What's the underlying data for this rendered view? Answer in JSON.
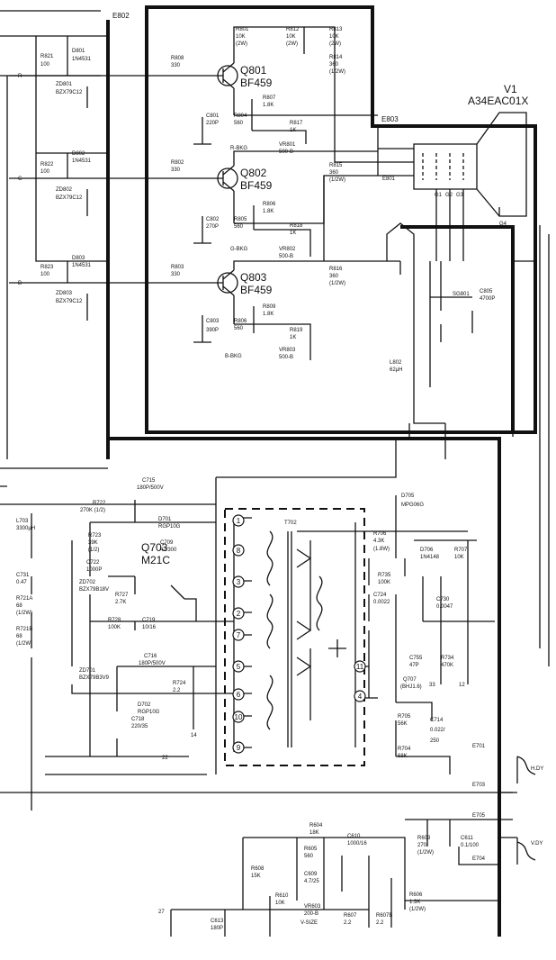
{
  "board_labels": {
    "e802": "E802",
    "e803": "E803",
    "e801": "E801",
    "e701": "E701",
    "e703": "E703",
    "e705": "E705",
    "e704": "E704"
  },
  "tube": {
    "ref": "V1",
    "type": "A34EAC01X",
    "pins": {
      "g1": "G1",
      "g2": "G2",
      "g3": "G3",
      "g4": "G4"
    }
  },
  "transistors": {
    "q801": {
      "ref": "Q801",
      "type": "BF459"
    },
    "q802": {
      "ref": "Q802",
      "type": "BF459"
    },
    "q803": {
      "ref": "Q803",
      "type": "BF459"
    },
    "q703": {
      "ref": "Q703",
      "type": "M21C"
    }
  },
  "inputs": {
    "r": "R",
    "g": "G",
    "b": "B",
    "n27": "27"
  },
  "components": [
    {
      "key": "r821",
      "text": "R821"
    },
    {
      "key": "r821v",
      "text": "100"
    },
    {
      "key": "d801",
      "text": "D801"
    },
    {
      "key": "d801v",
      "text": "1N4531"
    },
    {
      "key": "zd801",
      "text": "ZD801"
    },
    {
      "key": "zd801v",
      "text": "BZX79C12"
    },
    {
      "key": "r822",
      "text": "R822"
    },
    {
      "key": "r822v",
      "text": "100"
    },
    {
      "key": "d802",
      "text": "D802"
    },
    {
      "key": "d802v",
      "text": "1N4531"
    },
    {
      "key": "zd802",
      "text": "ZD802"
    },
    {
      "key": "zd802v",
      "text": "BZX79C12"
    },
    {
      "key": "r823",
      "text": "R823"
    },
    {
      "key": "r823v",
      "text": "100"
    },
    {
      "key": "d803",
      "text": "D803"
    },
    {
      "key": "d803v",
      "text": "1N4531"
    },
    {
      "key": "zd803",
      "text": "ZD803"
    },
    {
      "key": "zd803v",
      "text": "BZX79C12"
    },
    {
      "key": "r801",
      "text": "R801"
    },
    {
      "key": "r801v",
      "text": "10K"
    },
    {
      "key": "r801p",
      "text": "(2W)"
    },
    {
      "key": "r812",
      "text": "R812"
    },
    {
      "key": "r812v",
      "text": "10K"
    },
    {
      "key": "r812p",
      "text": "(2W)"
    },
    {
      "key": "r813",
      "text": "R813"
    },
    {
      "key": "r813v",
      "text": "10K"
    },
    {
      "key": "r813p",
      "text": "(2W)"
    },
    {
      "key": "r808",
      "text": "R808"
    },
    {
      "key": "r808v",
      "text": "330"
    },
    {
      "key": "r814",
      "text": "R814"
    },
    {
      "key": "r814v",
      "text": "360"
    },
    {
      "key": "r814p",
      "text": "(1/2W)"
    },
    {
      "key": "r807",
      "text": "R807"
    },
    {
      "key": "r807v",
      "text": "1.8K"
    },
    {
      "key": "c801",
      "text": "C801"
    },
    {
      "key": "c801v",
      "text": "220P"
    },
    {
      "key": "r804",
      "text": "R804"
    },
    {
      "key": "r804v",
      "text": "560"
    },
    {
      "key": "r817",
      "text": "R817"
    },
    {
      "key": "r817v",
      "text": "1K"
    },
    {
      "key": "rbkg",
      "text": "R-BKG"
    },
    {
      "key": "vr801",
      "text": "VR801"
    },
    {
      "key": "vr801v",
      "text": "500-B"
    },
    {
      "key": "r802",
      "text": "R802"
    },
    {
      "key": "r802v",
      "text": "330"
    },
    {
      "key": "r815",
      "text": "R815"
    },
    {
      "key": "r815v",
      "text": "360"
    },
    {
      "key": "r815p",
      "text": "(1/2W)"
    },
    {
      "key": "r806",
      "text": "R806"
    },
    {
      "key": "r806v",
      "text": "1.8K"
    },
    {
      "key": "c802",
      "text": "C802"
    },
    {
      "key": "c802v",
      "text": "270P"
    },
    {
      "key": "r805",
      "text": "R805"
    },
    {
      "key": "r805v",
      "text": "560"
    },
    {
      "key": "r818",
      "text": "R818"
    },
    {
      "key": "r818v",
      "text": "1K"
    },
    {
      "key": "gbkg",
      "text": "G-BKG"
    },
    {
      "key": "vr802",
      "text": "VR802"
    },
    {
      "key": "vr802v",
      "text": "500-B"
    },
    {
      "key": "r803",
      "text": "R803"
    },
    {
      "key": "r803v",
      "text": "330"
    },
    {
      "key": "r816",
      "text": "R816"
    },
    {
      "key": "r816v",
      "text": "360"
    },
    {
      "key": "r816p",
      "text": "(1/2W)"
    },
    {
      "key": "r809",
      "text": "R809"
    },
    {
      "key": "r809v",
      "text": "1.8K"
    },
    {
      "key": "c803",
      "text": "C803"
    },
    {
      "key": "c803v",
      "text": "390P"
    },
    {
      "key": "r806b",
      "text": "R806"
    },
    {
      "key": "r806bv",
      "text": "560"
    },
    {
      "key": "r819",
      "text": "R819"
    },
    {
      "key": "r819v",
      "text": "1K"
    },
    {
      "key": "bbkg",
      "text": "B-BKG"
    },
    {
      "key": "vr803",
      "text": "VR803"
    },
    {
      "key": "vr803v",
      "text": "500-B"
    },
    {
      "key": "sg801",
      "text": "SG801"
    },
    {
      "key": "c805",
      "text": "C805"
    },
    {
      "key": "c805v",
      "text": "4700P"
    },
    {
      "key": "l802",
      "text": "L802"
    },
    {
      "key": "l802v",
      "text": "62μH"
    },
    {
      "key": "c715",
      "text": "C715"
    },
    {
      "key": "c715v",
      "text": "180P/500V"
    },
    {
      "key": "r722",
      "text": "R722"
    },
    {
      "key": "r722v",
      "text": "270K (1/2)"
    },
    {
      "key": "d701",
      "text": "D701"
    },
    {
      "key": "d701v",
      "text": "RGP10G"
    },
    {
      "key": "l703",
      "text": "L703"
    },
    {
      "key": "l703v",
      "text": "3300μH"
    },
    {
      "key": "r723",
      "text": "R723"
    },
    {
      "key": "r723v",
      "text": "39K"
    },
    {
      "key": "r723p",
      "text": "(1/2)"
    },
    {
      "key": "c709",
      "text": "C709"
    },
    {
      "key": "c709v",
      "text": "47/300"
    },
    {
      "key": "c722",
      "text": "C722"
    },
    {
      "key": "c722v",
      "text": "1000P"
    },
    {
      "key": "c731",
      "text": "C731"
    },
    {
      "key": "c731v",
      "text": "0.47"
    },
    {
      "key": "zd702",
      "text": "ZD702"
    },
    {
      "key": "zd702v",
      "text": "BZX79B18V"
    },
    {
      "key": "r727",
      "text": "R727"
    },
    {
      "key": "r727v",
      "text": "2.7K"
    },
    {
      "key": "r721a",
      "text": "R721A"
    },
    {
      "key": "r721av",
      "text": "68"
    },
    {
      "key": "r721ap",
      "text": "(1/2W)"
    },
    {
      "key": "r728",
      "text": "R728"
    },
    {
      "key": "r728v",
      "text": "100K"
    },
    {
      "key": "c719",
      "text": "C719"
    },
    {
      "key": "c719v",
      "text": "10/16"
    },
    {
      "key": "r721b",
      "text": "R721B"
    },
    {
      "key": "r721bv",
      "text": "68"
    },
    {
      "key": "r721bp",
      "text": "(1/2W)"
    },
    {
      "key": "zd701",
      "text": "ZD701"
    },
    {
      "key": "zd701v",
      "text": "BZX79B3V9"
    },
    {
      "key": "c716",
      "text": "C716"
    },
    {
      "key": "c716v",
      "text": "180P/500V"
    },
    {
      "key": "r724",
      "text": "R724"
    },
    {
      "key": "r724v",
      "text": "2.2"
    },
    {
      "key": "d702",
      "text": "D702"
    },
    {
      "key": "d702v",
      "text": "RGP10G"
    },
    {
      "key": "c718",
      "text": "C718"
    },
    {
      "key": "c718v",
      "text": "220/35"
    },
    {
      "key": "n14",
      "text": "14"
    },
    {
      "key": "n22",
      "text": "22"
    },
    {
      "key": "t702",
      "text": "T702"
    },
    {
      "key": "d705",
      "text": "D705"
    },
    {
      "key": "d705v",
      "text": "MPG06G"
    },
    {
      "key": "r706",
      "text": "R706"
    },
    {
      "key": "r706v",
      "text": "4.3K"
    },
    {
      "key": "r706p",
      "text": "(1.8W)"
    },
    {
      "key": "d706",
      "text": "D706"
    },
    {
      "key": "d706v",
      "text": "1N4148"
    },
    {
      "key": "r707",
      "text": "R707"
    },
    {
      "key": "r707v",
      "text": "10K"
    },
    {
      "key": "r735",
      "text": "R735"
    },
    {
      "key": "r735v",
      "text": "100K"
    },
    {
      "key": "c724",
      "text": "C724"
    },
    {
      "key": "c724v",
      "text": "0.0022"
    },
    {
      "key": "c730",
      "text": "C730"
    },
    {
      "key": "c730v",
      "text": "0.0047"
    },
    {
      "key": "c755",
      "text": "C755"
    },
    {
      "key": "c755v",
      "text": "47P"
    },
    {
      "key": "r734",
      "text": "R734"
    },
    {
      "key": "r734v",
      "text": "470K"
    },
    {
      "key": "q707",
      "text": "Q707"
    },
    {
      "key": "q707v",
      "text": "(BHJ1.6)"
    },
    {
      "key": "n33",
      "text": "33"
    },
    {
      "key": "n12",
      "text": "12"
    },
    {
      "key": "r705",
      "text": "R705"
    },
    {
      "key": "r705v",
      "text": "56K"
    },
    {
      "key": "c714",
      "text": "C714"
    },
    {
      "key": "c714v",
      "text": "0.022/"
    },
    {
      "key": "c714p",
      "text": "250"
    },
    {
      "key": "r704",
      "text": "R704"
    },
    {
      "key": "r704v",
      "text": "68K"
    },
    {
      "key": "hdy",
      "text": "H.DY"
    },
    {
      "key": "vdy",
      "text": "V.DY"
    },
    {
      "key": "r604",
      "text": "R604"
    },
    {
      "key": "r604v",
      "text": "18K"
    },
    {
      "key": "r605",
      "text": "R605"
    },
    {
      "key": "r605v",
      "text": "560"
    },
    {
      "key": "c610",
      "text": "C610"
    },
    {
      "key": "c610v",
      "text": "1000/16"
    },
    {
      "key": "r603",
      "text": "R603"
    },
    {
      "key": "r603v",
      "text": "270"
    },
    {
      "key": "r603p",
      "text": "(1/2W)"
    },
    {
      "key": "c611",
      "text": "C611"
    },
    {
      "key": "c611v",
      "text": "0.1/100"
    },
    {
      "key": "r608",
      "text": "R608"
    },
    {
      "key": "r608v",
      "text": "15K"
    },
    {
      "key": "c609",
      "text": "C609"
    },
    {
      "key": "c609v",
      "text": "4.7/25"
    },
    {
      "key": "r610",
      "text": "R610"
    },
    {
      "key": "r610v",
      "text": "10K"
    },
    {
      "key": "r606",
      "text": "R606"
    },
    {
      "key": "r606v",
      "text": "1.3K"
    },
    {
      "key": "r606p",
      "text": "(1/2W)"
    },
    {
      "key": "vr603",
      "text": "VR603"
    },
    {
      "key": "vr603v",
      "text": "200-B"
    },
    {
      "key": "vsize",
      "text": "V-SIZE"
    },
    {
      "key": "c613",
      "text": "C613"
    },
    {
      "key": "c613v",
      "text": "180P"
    },
    {
      "key": "r607",
      "text": "R607"
    },
    {
      "key": "r607v",
      "text": "2.2"
    },
    {
      "key": "r607b",
      "text": "R607B"
    },
    {
      "key": "r607bv",
      "text": "2.2"
    }
  ],
  "transformer_pins": [
    "1",
    "8",
    "3",
    "2",
    "7",
    "5",
    "6",
    "10",
    "9",
    "11",
    "4"
  ]
}
